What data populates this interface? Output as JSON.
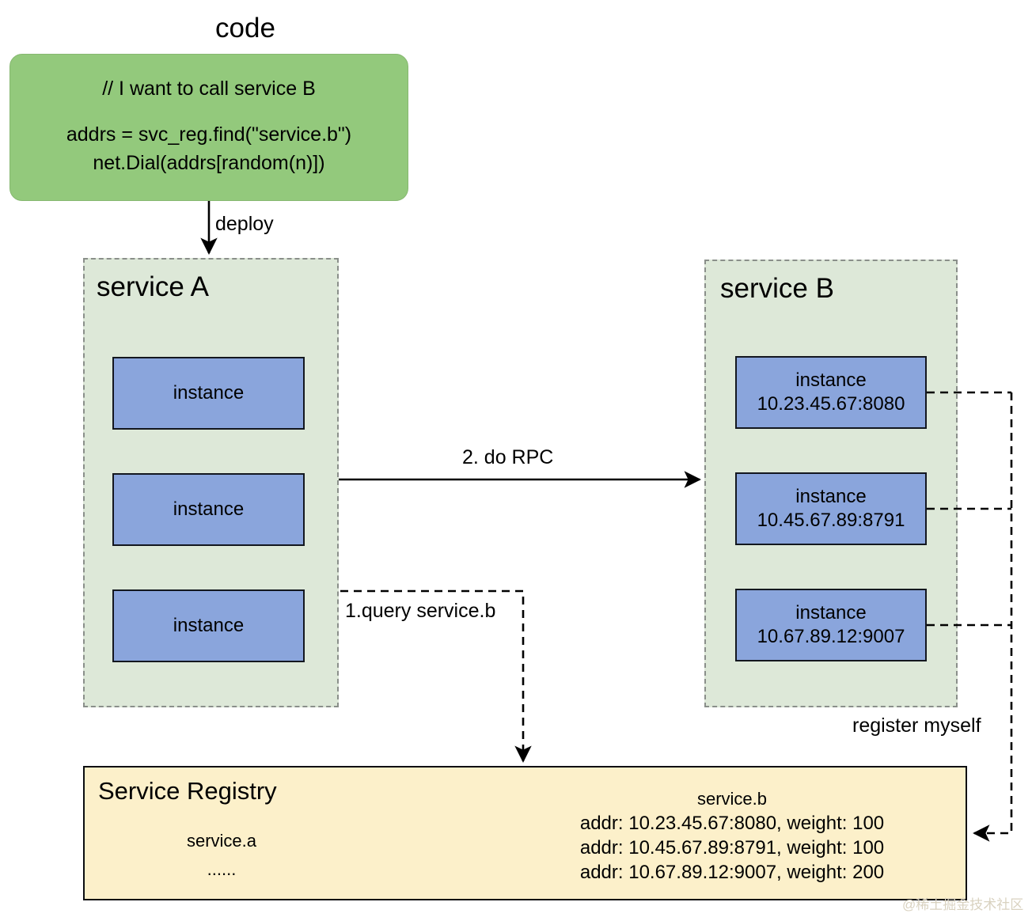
{
  "code": {
    "title": "code",
    "lines": [
      "// I want to call service B",
      "",
      "addrs = svc_reg.find(\"service.b\")",
      "net.Dial(addrs[random(n)])"
    ]
  },
  "service_a": {
    "title": "service A",
    "instances": [
      {
        "line1": "instance",
        "line2": ""
      },
      {
        "line1": "instance",
        "line2": ""
      },
      {
        "line1": "instance",
        "line2": ""
      }
    ]
  },
  "service_b": {
    "title": "service B",
    "instances": [
      {
        "line1": "instance",
        "line2": "10.23.45.67:8080"
      },
      {
        "line1": "instance",
        "line2": "10.45.67.89:8791"
      },
      {
        "line1": "instance",
        "line2": "10.67.89.12:9007"
      }
    ]
  },
  "registry": {
    "title": "Service Registry",
    "left": {
      "service_name": "service.a",
      "ellipsis": "......"
    },
    "right": {
      "service_name": "service.b",
      "entries": [
        "addr: 10.23.45.67:8080, weight: 100",
        "addr: 10.45.67.89:8791, weight: 100",
        "addr: 10.67.89.12:9007, weight: 200"
      ]
    }
  },
  "edges": {
    "deploy": "deploy",
    "rpc": "2. do RPC",
    "query": "1.query service.b",
    "register": "register myself"
  },
  "watermark": "@稀土掘金技术社区",
  "colors": {
    "code_green": "#93c97c",
    "service_green": "#dde8d8",
    "instance_blue": "#8aa5dc",
    "registry_yellow": "#fcf0ca",
    "stroke": "#000000",
    "dashed_border": "#8a8f8a"
  }
}
